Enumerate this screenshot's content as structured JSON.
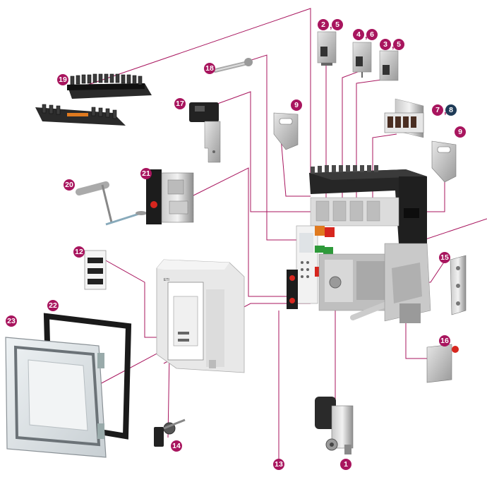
{
  "accent_color": "#a8155e",
  "secondary_badge_color": "#1f3b57",
  "panel_brand_text": "ETI",
  "callouts": [
    {
      "id": "c1",
      "label": "1"
    },
    {
      "id": "c2",
      "label": "2"
    },
    {
      "id": "c5a",
      "label": "5"
    },
    {
      "id": "c4",
      "label": "4"
    },
    {
      "id": "c6",
      "label": "6"
    },
    {
      "id": "c3",
      "label": "3"
    },
    {
      "id": "c5b",
      "label": "5"
    },
    {
      "id": "c7",
      "label": "7"
    },
    {
      "id": "c8",
      "label": "8"
    },
    {
      "id": "c9a",
      "label": "9"
    },
    {
      "id": "c9b",
      "label": "9"
    },
    {
      "id": "c12",
      "label": "12"
    },
    {
      "id": "c13",
      "label": "13"
    },
    {
      "id": "c14",
      "label": "14"
    },
    {
      "id": "c15",
      "label": "15"
    },
    {
      "id": "c16",
      "label": "16"
    },
    {
      "id": "c17",
      "label": "17"
    },
    {
      "id": "c18",
      "label": "18"
    },
    {
      "id": "c19",
      "label": "19"
    },
    {
      "id": "c20",
      "label": "20"
    },
    {
      "id": "c21",
      "label": "21"
    },
    {
      "id": "c22",
      "label": "22"
    },
    {
      "id": "c23",
      "label": "23"
    }
  ],
  "separator": ","
}
